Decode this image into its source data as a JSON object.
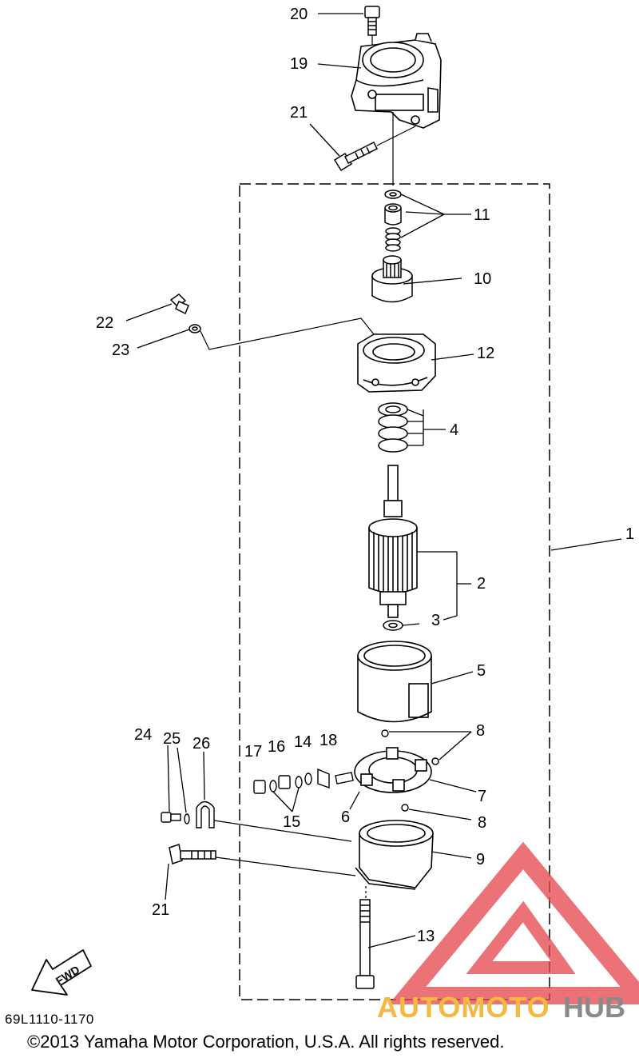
{
  "callouts": {
    "c1": "1",
    "c2": "2",
    "c3": "3",
    "c4": "4",
    "c5": "5",
    "c6": "6",
    "c7": "7",
    "c8a": "8",
    "c8b": "8",
    "c9": "9",
    "c10": "10",
    "c11": "11",
    "c12": "12",
    "c13": "13",
    "c14": "14",
    "c15": "15",
    "c16": "16",
    "c17": "17",
    "c18": "18",
    "c19": "19",
    "c20": "20",
    "c21a": "21",
    "c21b": "21",
    "c22": "22",
    "c23": "23",
    "c24": "24",
    "c25": "25",
    "c26": "26"
  },
  "fwd_label": "FWD",
  "diagram_code": "69L1110-1170",
  "copyright": "©2013 Yamaha Motor Corporation, U.S.A. All rights reserved.",
  "watermark": {
    "text_a": "AUTOMOTO",
    "text_b": "HUB",
    "color_a": "#f5b942",
    "color_b": "#8a8a8a",
    "logo_color": "#e5484d"
  }
}
